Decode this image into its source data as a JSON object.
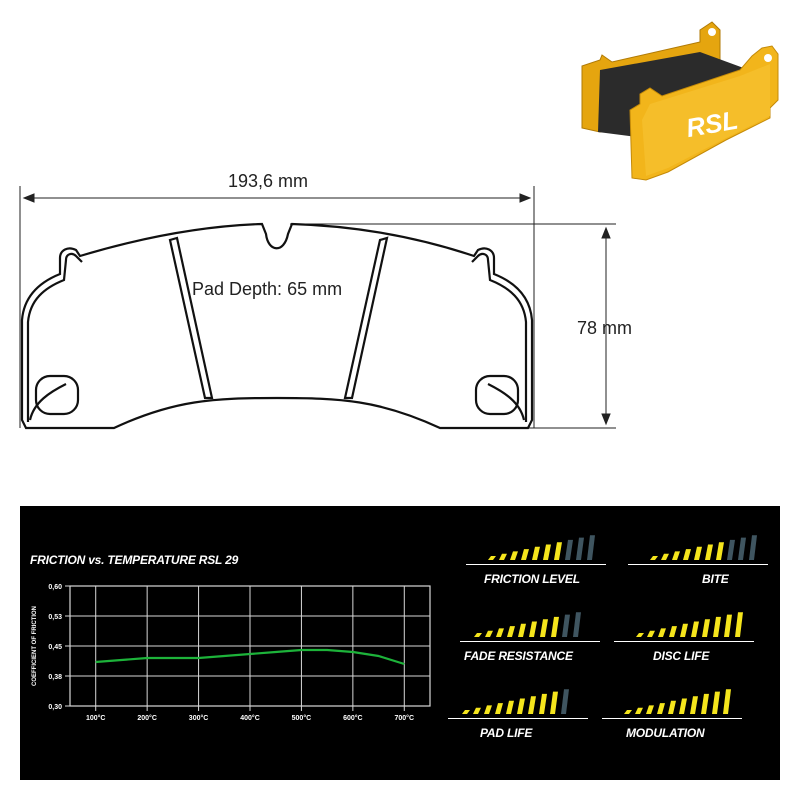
{
  "drawing": {
    "width_label": "193,6 mm",
    "height_label": "78 mm",
    "depth_label": "Pad Depth: 65 mm"
  },
  "product": {
    "logo_text": "RSL",
    "body_color": "#F2B51B"
  },
  "chart_data": {
    "type": "line",
    "title": "FRICTION vs. TEMPERATURE RSL 29",
    "ylabel": "COEFFICIENT OF FRICTION",
    "xlabel": "",
    "x": [
      "100°C",
      "200°C",
      "300°C",
      "400°C",
      "500°C",
      "600°C",
      "700°C"
    ],
    "x_values": [
      100,
      200,
      300,
      400,
      500,
      600,
      700
    ],
    "y_ticks": [
      "0,60",
      "0,53",
      "0,45",
      "0,38",
      "0,30"
    ],
    "ylim": [
      0.3,
      0.6
    ],
    "grid": true,
    "series": [
      {
        "color": "#1DB33A",
        "points": [
          [
            100,
            0.41
          ],
          [
            150,
            0.415
          ],
          [
            200,
            0.42
          ],
          [
            250,
            0.42
          ],
          [
            300,
            0.42
          ],
          [
            350,
            0.425
          ],
          [
            400,
            0.43
          ],
          [
            450,
            0.435
          ],
          [
            500,
            0.44
          ],
          [
            550,
            0.44
          ],
          [
            600,
            0.435
          ],
          [
            650,
            0.425
          ],
          [
            700,
            0.405
          ]
        ]
      }
    ]
  },
  "ratings": [
    {
      "label": "FRICTION LEVEL",
      "filled": 7,
      "total": 10
    },
    {
      "label": "BITE",
      "filled": 7,
      "total": 10
    },
    {
      "label": "FADE RESISTANCE",
      "filled": 8,
      "total": 10
    },
    {
      "label": "DISC LIFE",
      "filled": 10,
      "total": 10
    },
    {
      "label": "PAD LIFE",
      "filled": 9,
      "total": 10
    },
    {
      "label": "MODULATION",
      "filled": 10,
      "total": 10
    }
  ],
  "colors": {
    "filled_bar": "#F5E51C",
    "empty_bar": "#3F5560",
    "panel_bg": "#000000",
    "grid": "#d8d8d8"
  }
}
